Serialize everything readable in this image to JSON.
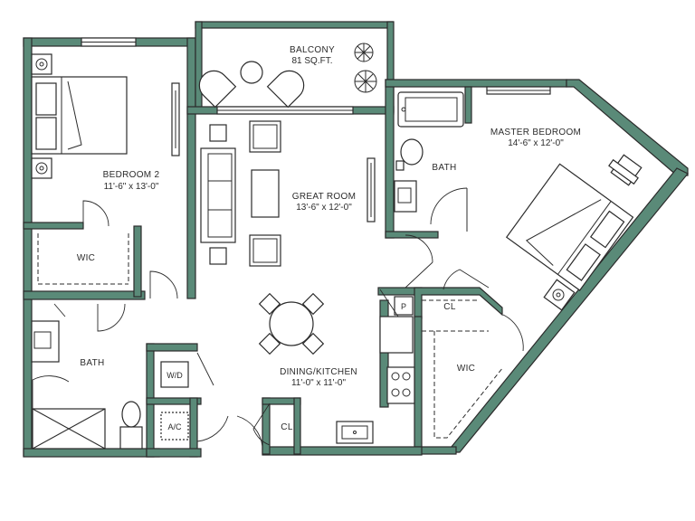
{
  "colors": {
    "wall": "#5a8a78",
    "line": "#2b2b2b",
    "background": "#ffffff"
  },
  "rooms": {
    "balcony": {
      "name": "BALCONY",
      "size": "81 SQ.FT."
    },
    "bedroom2": {
      "name": "BEDROOM 2",
      "size": "11'-6\" x 13'-0\""
    },
    "great_room": {
      "name": "GREAT ROOM",
      "size": "13'-6\" x 12'-0\""
    },
    "master_bedroom": {
      "name": "MASTER BEDROOM",
      "size": "14'-6\" x 12'-0\""
    },
    "dining_kitchen": {
      "name": "DINING/KITCHEN",
      "size": "11'-0\" x 11'-0\""
    },
    "wic_bedroom2": {
      "name": "WIC"
    },
    "wic_master": {
      "name": "WIC"
    },
    "bath_main": {
      "name": "BATH"
    },
    "bath_master": {
      "name": "BATH"
    },
    "closet_master": {
      "name": "CL"
    },
    "closet_kitchen": {
      "name": "CL"
    }
  },
  "fixtures": {
    "washer_dryer": "W/D",
    "ac": "A/C",
    "pantry": "P"
  }
}
